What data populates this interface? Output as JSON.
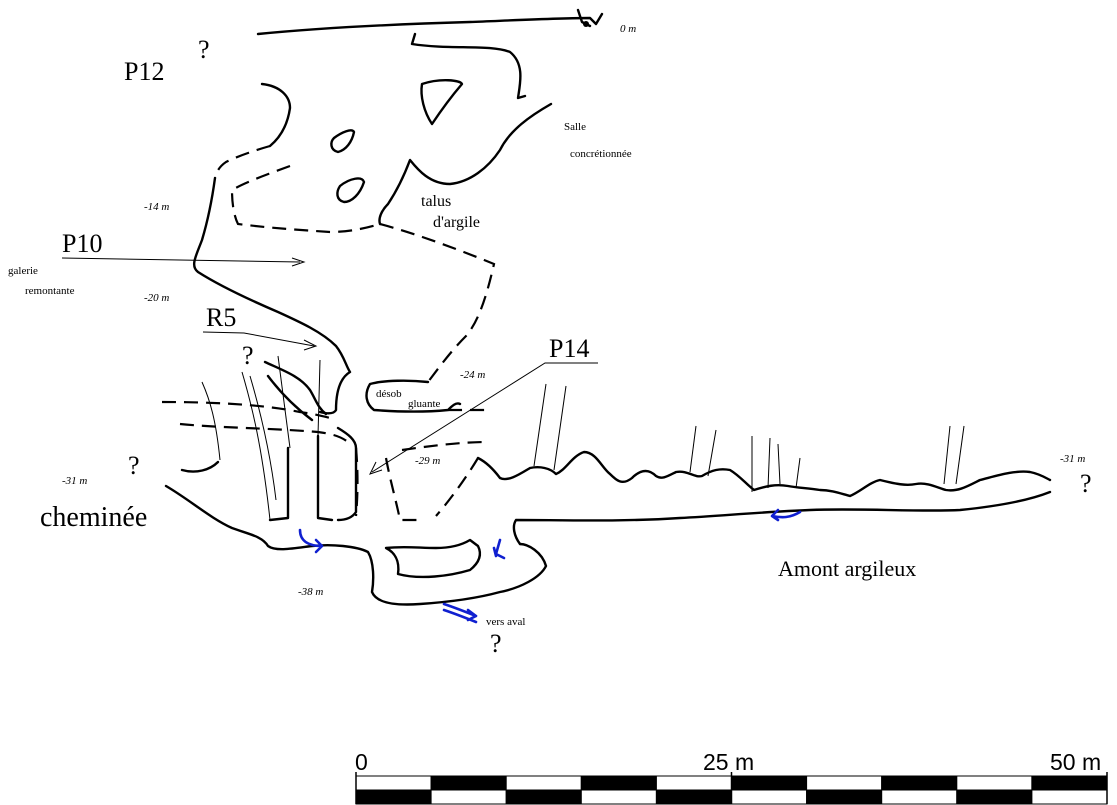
{
  "labels": {
    "p12": "P12",
    "p10": "P10",
    "r5": "R5",
    "p14": "P14",
    "cheminee": "cheminée",
    "amont": "Amont argileux",
    "galerie_1": "galerie",
    "galerie_2": "remontante",
    "salle_1": "Salle",
    "salle_2": "concrétionnée",
    "talus_1": "talus",
    "talus_2": "d'argile",
    "desob_1": "désob",
    "desob_2": "gluante",
    "vers_aval": "vers aval"
  },
  "depths": {
    "d0": "0 m",
    "d14": "-14 m",
    "d20": "-20 m",
    "d24": "-24 m",
    "d29": "-29 m",
    "d31_left": "-31 m",
    "d31_right": "-31 m",
    "d38": "-38 m"
  },
  "unknowns": {
    "q_top": "?",
    "q_r5": "?",
    "q_cheminee": "?",
    "q_aval": "?",
    "q_right": "?"
  },
  "scale_bar": {
    "label_start": "0",
    "label_mid": "25 m",
    "label_end": "50 m"
  },
  "colors": {
    "walls": "#000000",
    "water_flow": "#1020d0"
  }
}
